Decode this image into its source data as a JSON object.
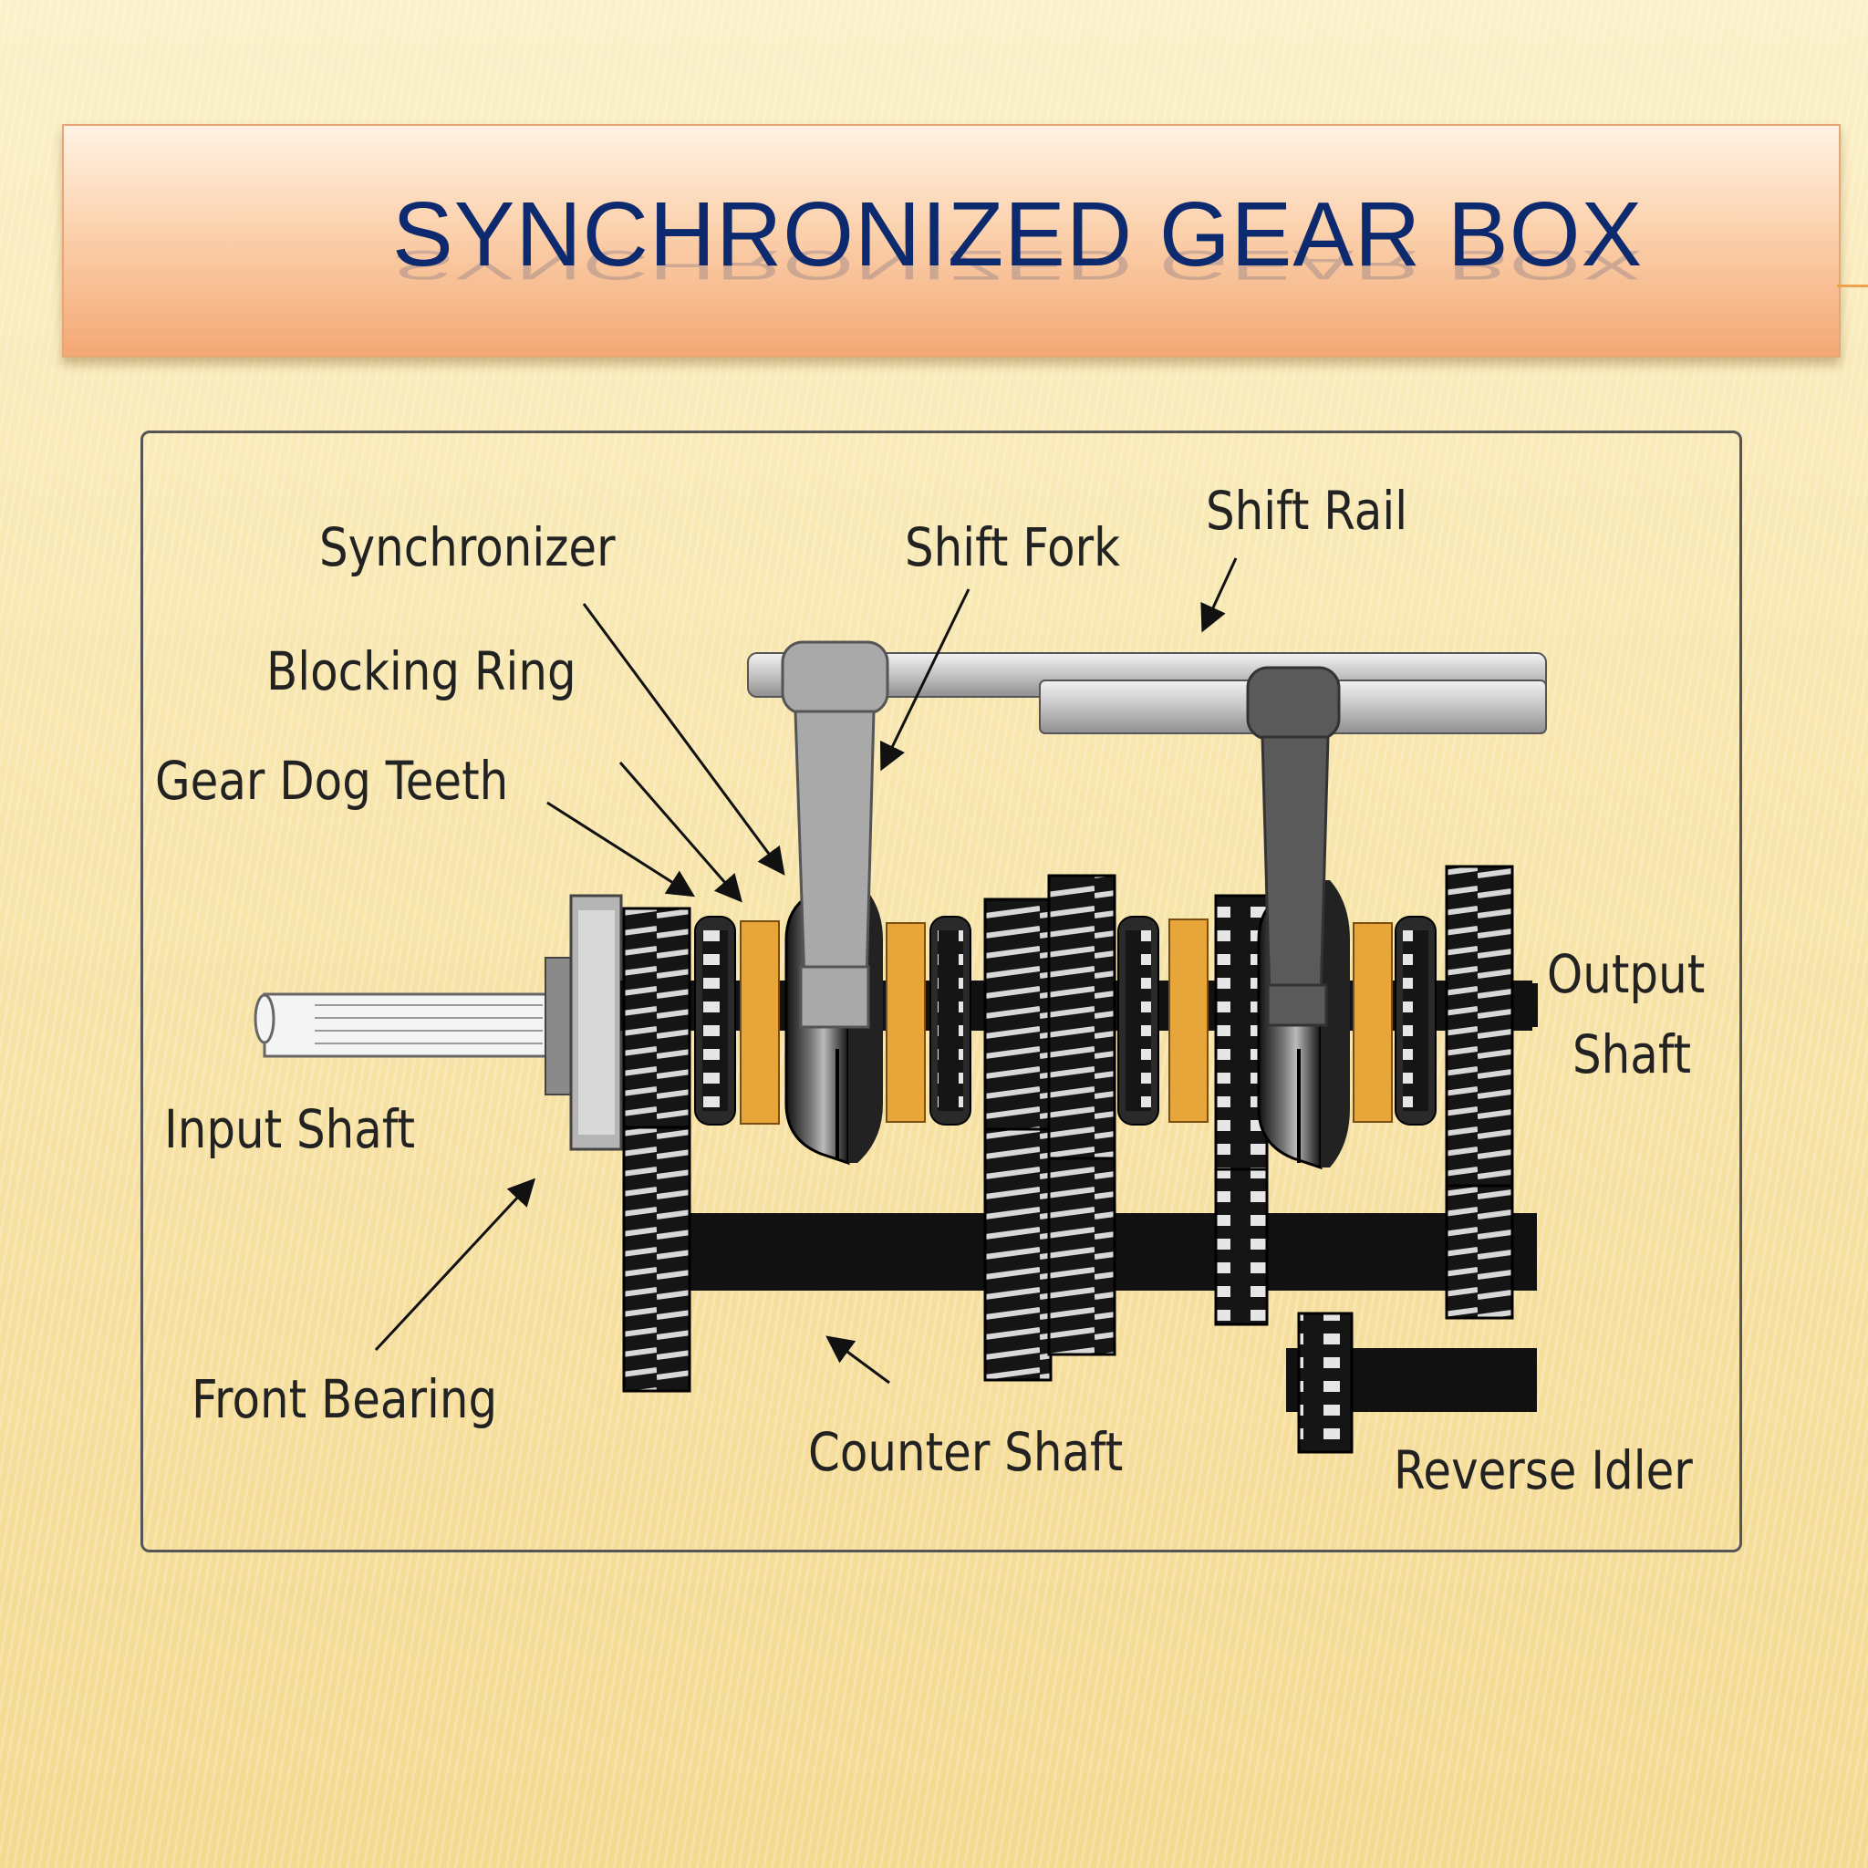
{
  "slide": {
    "title": "SYNCHRONIZED GEAR BOX"
  },
  "diagram": {
    "labels": {
      "synchronizer": "Synchronizer",
      "shift_fork": "Shift Fork",
      "shift_rail": "Shift Rail",
      "blocking_ring": "Blocking Ring",
      "gear_dog_teeth": "Gear Dog Teeth",
      "output_shaft_line1": "Output",
      "output_shaft_line2": "Shaft",
      "input_shaft": "Input Shaft",
      "front_bearing": "Front Bearing",
      "counter_shaft": "Counter Shaft",
      "reverse_idler": "Reverse Idler"
    },
    "colors": {
      "gear": "#1a1a1a",
      "fork_light": "#a9a9a9",
      "fork_dark": "#5a5a5a",
      "dog_teeth": "#e8a63a",
      "rail": "#c9c9c9"
    }
  }
}
